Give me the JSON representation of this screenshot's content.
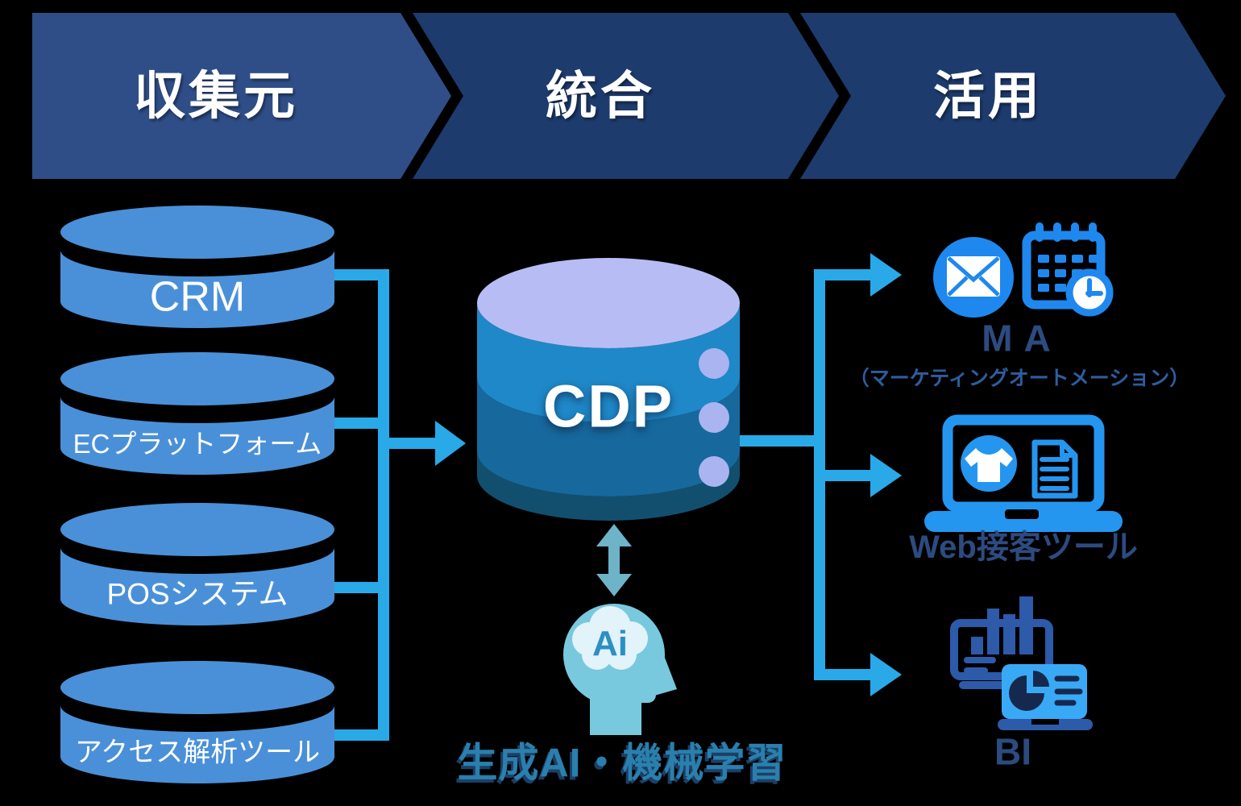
{
  "stages": [
    {
      "label": "収集元"
    },
    {
      "label": "統合"
    },
    {
      "label": "活用"
    }
  ],
  "sources": [
    {
      "label": "CRM"
    },
    {
      "label": "ECプラットフォーム"
    },
    {
      "label": "POSシステム"
    },
    {
      "label": "アクセス解析ツール"
    }
  ],
  "cdp": {
    "label": "CDP"
  },
  "ai": {
    "chip_label": "Ai",
    "caption": "生成AI・機械学習",
    "icons": [
      "head-icon",
      "brain-cloud-icon",
      "bidirectional-arrow-icon"
    ]
  },
  "destinations": [
    {
      "label": "MA",
      "sublabel": "（マーケティングオートメーション）",
      "icons": [
        "mail-icon",
        "calendar-clock-icon"
      ]
    },
    {
      "label": "Web接客ツール",
      "icons": [
        "laptop-icon",
        "tshirt-icon",
        "document-icon"
      ]
    },
    {
      "label": "BI",
      "icons": [
        "bar-chart-monitor-icon",
        "pie-chart-laptop-icon"
      ]
    }
  ],
  "colors": {
    "background": "#000000",
    "banner_first": "#2f4e88",
    "banner_rest": "#1e3b6e",
    "banner_text": "#ffffff",
    "cylinder_blue": "#4a90d8",
    "connector_blue": "#29a9e8",
    "cdp_top": "#b7bdf4",
    "cdp_band1": "#1f88c8",
    "cdp_band2": "#17689d",
    "cdp_band3": "#124f6f",
    "cdp_dot": "#aab4f0",
    "ai_arrow": "#6fb3c9",
    "ai_head": "#79c9de",
    "ai_cloud": "#e2f3fa",
    "ai_text": "#2d8fc3",
    "ai_caption": "#2a7fad",
    "ai_caption_shadow": "#1c3f66",
    "ma_icon_blue": "#1e88ef",
    "web_icon_blue": "#2596f0",
    "bi_navy": "#2d5aa9",
    "bi_light": "#3aa9f5",
    "bi_dark": "#15294e",
    "label_navy": "#2c4b80",
    "label_blue": "#2e5d9f"
  }
}
